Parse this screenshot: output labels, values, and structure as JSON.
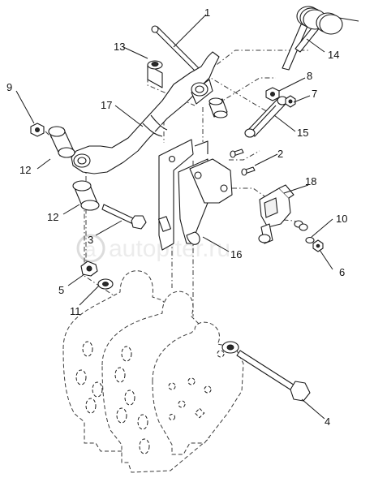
{
  "watermark": {
    "text": "autopiter.ru"
  },
  "callouts": {
    "c1": "1",
    "c2": "2",
    "c3": "3",
    "c4": "4",
    "c5": "5",
    "c6": "6",
    "c7": "7",
    "c8": "8",
    "c9": "9",
    "c10": "10",
    "c11": "11",
    "c12a": "12",
    "c12b": "12",
    "c13": "13",
    "c14": "14",
    "c15": "15",
    "c16": "16",
    "c17": "17",
    "c18": "18"
  }
}
